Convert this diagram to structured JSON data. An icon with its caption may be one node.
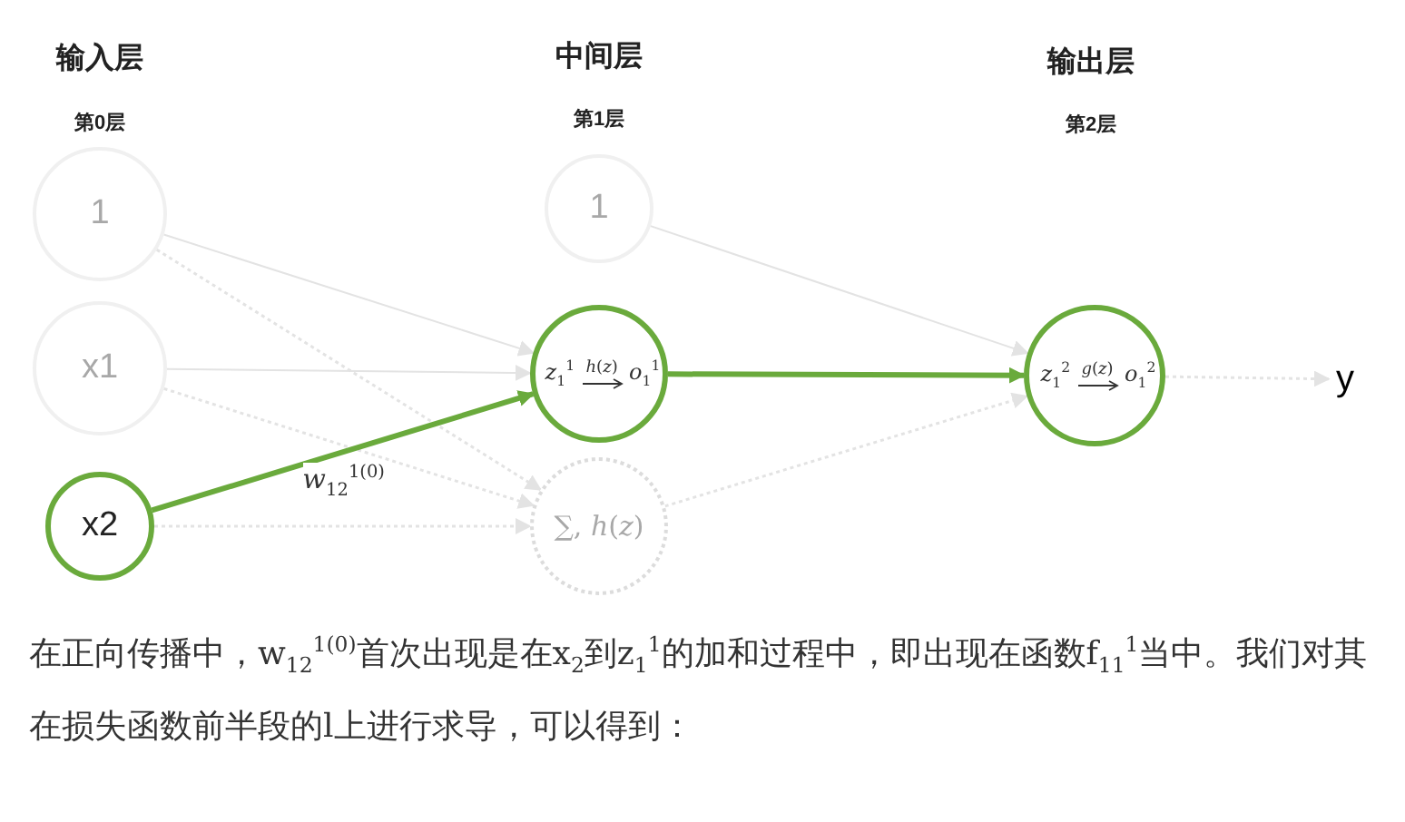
{
  "diagram": {
    "nodes": [
      {
        "text": [
          "1"
        ]
      },
      {
        "text": [
          "x1"
        ]
      },
      {
        "text": [
          "x2"
        ]
      },
      {
        "text": [
          "1"
        ]
      },
      {
        "text": [
          "*z*$_{1}$$^{1}$",
          "*h*(*z*)",
          "*o*$_{1}$$^{1}$"
        ]
      },
      {
        "text": [
          "∑, *h*(*z*)"
        ]
      },
      {
        "text": [
          "*z*$_{1}$$^{2}$",
          "*g*(*z*)",
          "*o*$_{1}$$^{2}$"
        ]
      },
      {
        "text": [
          "y"
        ]
      }
    ],
    "edges": [
      {
        "from": 0,
        "to": 4,
        "arrow": "to"
      },
      {
        "from": 0,
        "to": 5,
        "arrow": "to",
        "style": "dashed"
      },
      {
        "from": 1,
        "to": 4,
        "arrow": "to"
      },
      {
        "from": 1,
        "to": 5,
        "arrow": "to",
        "style": "dashed"
      },
      {
        "from": 2,
        "to": 4,
        "arrow": "to",
        "style": "thick",
        "color": "#6aaa3c",
        "label": "*w*$_{12}$$^{1(0)}$"
      },
      {
        "from": 2,
        "to": 5,
        "arrow": "to",
        "style": "dashed"
      },
      {
        "from": 3,
        "to": 6,
        "arrow": "to"
      },
      {
        "from": 4,
        "to": 6,
        "arrow": "to",
        "style": "thick",
        "color": "#6aaa3c"
      },
      {
        "from": 5,
        "to": 6,
        "arrow": "to",
        "style": "dashed"
      },
      {
        "from": 6,
        "to": 7,
        "arrow": "to",
        "style": "dashed"
      }
    ],
    "labels": [
      "输入层",
      "第0层",
      "中间层",
      "第1层",
      "输出层",
      "第2层",
      "在正向传播中，w$_{12}$$^{1(0)}$首次出现是在x$_{2}$到z$_{1}$$^{1}$的加和过程中，即出现在函数f$_{11}$$^{1}$当中。我们对其在损失函数前半段的l上进行求导，可以得到："
    ]
  }
}
